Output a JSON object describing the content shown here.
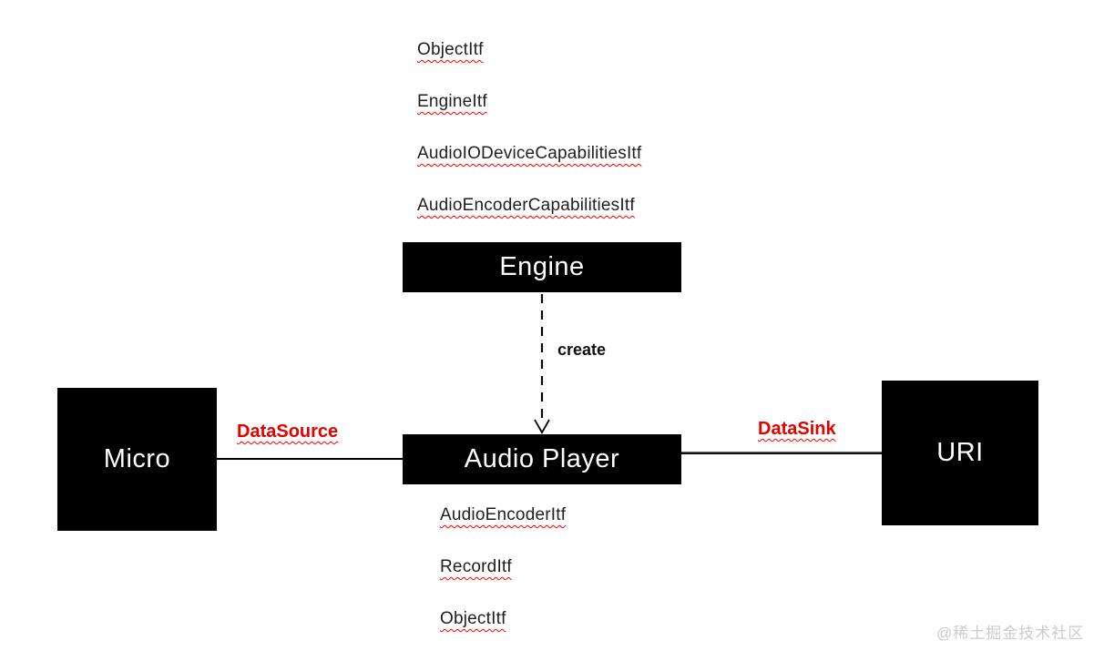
{
  "diagram": {
    "top_interfaces": [
      "ObjectItf",
      "EngineItf",
      "AudioIODeviceCapabilitiesItf",
      "AudioEncoderCapabilitiesItf"
    ],
    "nodes": {
      "engine": {
        "label": "Engine"
      },
      "audio_player": {
        "label": "Audio Player"
      },
      "micro": {
        "label": "Micro"
      },
      "uri": {
        "label": "URI"
      }
    },
    "edges": {
      "create": {
        "label": "create"
      },
      "datasource": {
        "label": "DataSource"
      },
      "datasink": {
        "label": "DataSink"
      }
    },
    "player_interfaces": [
      "AudioEncoderItf",
      "RecordItf",
      "ObjectItf"
    ],
    "colors": {
      "node_background": "#000000",
      "node_text": "#ffffff",
      "edge_label": "#e50000",
      "squiggle": "#ff0000",
      "body_text": "#1f1f1f",
      "watermark": "#cbcbcb"
    },
    "watermark": "@稀土掘金技术社区"
  }
}
